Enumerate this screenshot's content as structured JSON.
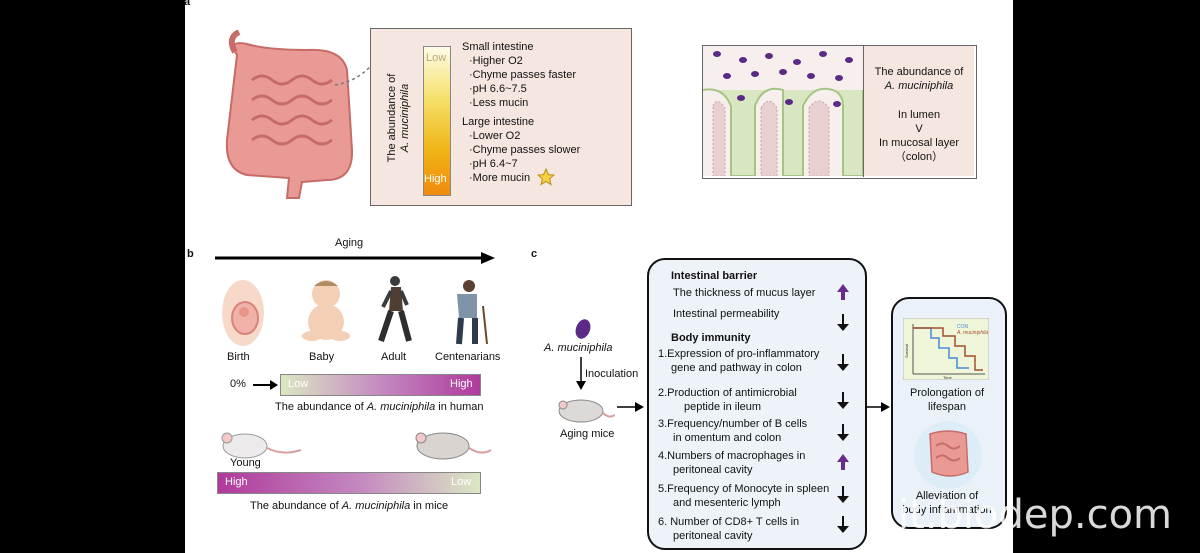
{
  "panels": {
    "a": "a",
    "b": "b",
    "c": "c"
  },
  "panel_a": {
    "gradient_axis": [
      "The abundance of",
      "A. muciniphila"
    ],
    "gradient_low": "Low",
    "gradient_high": "High",
    "small_title": "Small intestine",
    "small_items": [
      "·Higher O2",
      "·Chyme passes faster",
      "·pH 6.6~7.5",
      "·Less mucin"
    ],
    "large_title": "Large intestine",
    "large_items": [
      "·Lower O2",
      "·Chyme passes slower",
      "·pH 6.4~7",
      "·More mucin"
    ],
    "right_line1": "The abundance of",
    "right_line2": "A. muciniphila",
    "right_line3": "In lumen",
    "right_line4": "V",
    "right_line5": "In mucosal layer",
    "right_line6": "（colon）"
  },
  "panel_b": {
    "aging": "Aging",
    "stages": [
      "Birth",
      "Baby",
      "Adult",
      "Centenarians"
    ],
    "zero": "0%",
    "human_low": "Low",
    "human_high": "High",
    "human_caption_a": "The abundance of ",
    "human_caption_b": "A. muciniphila",
    "human_caption_c": " in human",
    "young": "Young",
    "mice_high": "High",
    "mice_low": "Low",
    "mice_caption_a": "The abundance of ",
    "mice_caption_b": "A. muciniphila",
    "mice_caption_c": " in mice"
  },
  "panel_c": {
    "akk": "A. muciniphila",
    "inoculation": "Inoculation",
    "aging_mice": "Aging mice",
    "barrier_title": "Intestinal barrier",
    "barrier_items": [
      "The thickness of mucus layer",
      "Intestinal permeability"
    ],
    "immunity_title": "Body immunity",
    "immunity_items": [
      [
        "1.Expression of pro-inflammatory",
        "gene and pathway in colon"
      ],
      [
        "2.Production of antimicrobial",
        "peptide in ileum"
      ],
      [
        "3.Frequency/number of B cells",
        "in  omentum and colon"
      ],
      [
        "4.Numbers of macrophages in",
        "peritoneal cavity"
      ],
      [
        "5.Frequency of Monocyte in spleen",
        "and mesenteric lymph"
      ],
      [
        "6. Number of CD8+ T cells in",
        "peritoneal cavity"
      ]
    ],
    "outcome1a": "Prolongation of",
    "outcome1b": "lifespan",
    "outcome2a": "Alleviation of",
    "outcome2b": "body inflammation",
    "chart_legend1": "CON",
    "chart_legend2": "A. muciniphila",
    "chart_xlabel": "Time",
    "chart_ylabel": "Survival"
  },
  "watermark": "it.biodep.com",
  "colors": {
    "beige": "#f5e6df",
    "purple": "#5b2a86",
    "magenta": "#b03a9c",
    "lightgreen": "#d9e6c2",
    "gradient_yellow": "#f6e06a",
    "gradient_orange": "#f08a10"
  }
}
